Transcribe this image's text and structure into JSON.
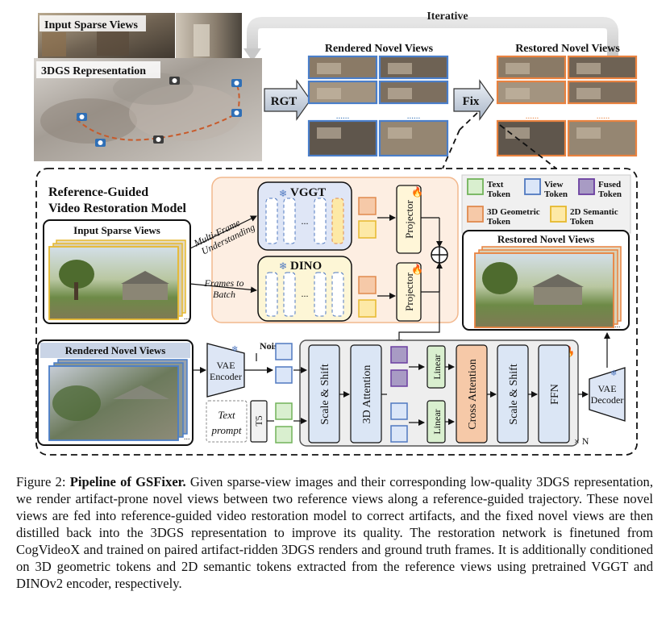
{
  "top": {
    "input_sparse_views": "Input Sparse Views",
    "representation_3dgs": "3DGS Representation",
    "rgt": "RGT",
    "fix": "Fix",
    "iterative": "Iterative",
    "rendered_novel_views": "Rendered Novel Views",
    "restored_novel_views": "Restored Novel Views",
    "dots": "......"
  },
  "model": {
    "title_line1": "Reference-Guided",
    "title_line2": "Video Restoration Model",
    "input_sparse_views": "Input Sparse Views",
    "multi_frame_line1": "Multi-Frame",
    "multi_frame_line2": "Understanding",
    "frames_to_batch_line1": "Frames to",
    "frames_to_batch_line2": "Batch",
    "vggt": "VGGT",
    "dino": "DINO",
    "ellipsis": "...",
    "projector": "Projector",
    "restored_novel_views": "Restored Novel Views",
    "rendered_novel_views": "Rendered Novel Views",
    "vae_encoder_line1": "VAE",
    "vae_encoder_line2": "Encoder",
    "noise": "Noise",
    "text_prompt_line1": "Text",
    "text_prompt_line2": "prompt",
    "t5": "T5",
    "scale_shift": "Scale & Shift",
    "attention_3d": "3D Attention",
    "linear": "Linear",
    "cross_attention": "Cross Attention",
    "ffn": "FFN",
    "vae_decoder_line1": "VAE",
    "vae_decoder_line2": "Decoder",
    "times_n": "× N"
  },
  "legend": [
    {
      "label_line1": "Text",
      "label_line2": "Token",
      "fill": "#d9efcf",
      "stroke": "#72b35a"
    },
    {
      "label_line1": "View",
      "label_line2": "Token",
      "fill": "#dbe6f8",
      "stroke": "#5079c0"
    },
    {
      "label_line1": "Fused",
      "label_line2": "Token",
      "fill": "#a89bc4",
      "stroke": "#6b3fa0"
    },
    {
      "label_line1": "3D Geometric",
      "label_line2": "Token",
      "fill": "#f6c9a8",
      "stroke": "#e08a4e"
    },
    {
      "label_line1": "2D Semantic",
      "label_line2": "Token",
      "fill": "#fde9a6",
      "stroke": "#e6b82e"
    }
  ],
  "colors": {
    "view_blue": "#4a7ec9",
    "restored_orange": "#e9823f",
    "panel_fill": "#fdeee2",
    "vggt_fill": "#dfe6f6",
    "dino_fill": "#fdf6d6"
  },
  "caption": {
    "figure_label": "Figure 2: ",
    "bold": "Pipeline of GSFixer.",
    "text": " Given sparse-view images and their corresponding low-quality 3DGS representation, we render artifact-prone novel views between two reference views along a reference-guided trajectory. These novel views are fed into reference-guided video restoration model to correct artifacts, and the fixed novel views are then distilled back into the 3DGS representation to improve its quality. The restoration network is finetuned from CogVideoX and trained on paired artifact-ridden 3DGS renders and ground truth frames. It is additionally conditioned on 3D geometric tokens and 2D semantic tokens extracted from the reference views using pretrained VGGT and DINOv2 encoder, respectively."
  }
}
